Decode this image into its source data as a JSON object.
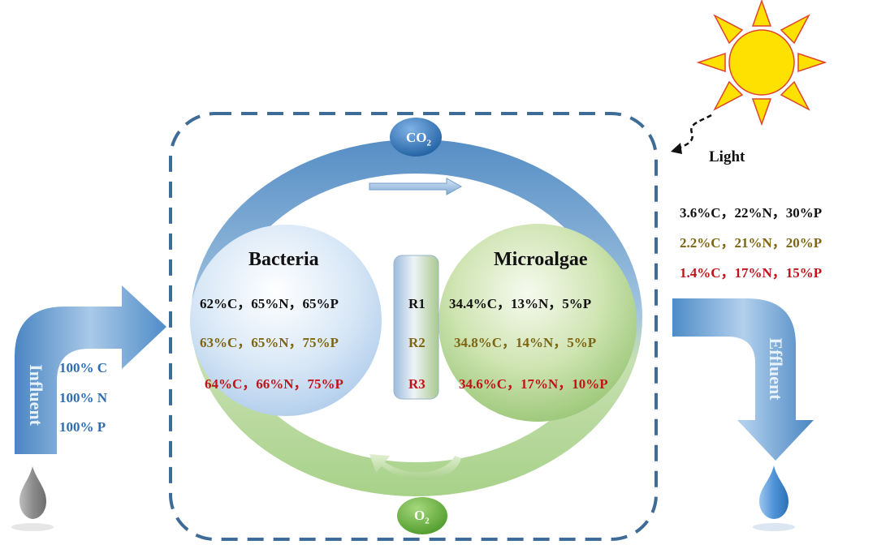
{
  "influent": {
    "label": "Influent",
    "rows": [
      "100% C",
      "100% N",
      "100% P"
    ]
  },
  "effluent": {
    "label": "Effluent",
    "rows": [
      "3.6%C，22%N，30%P",
      "2.2%C，21%N，20%P",
      "1.4%C，17%N，15%P"
    ]
  },
  "gases": {
    "co2": "CO",
    "co2_sub": "2",
    "o2": "O",
    "o2_sub": "2"
  },
  "light_label": "Light",
  "bacteria": {
    "title": "Bacteria",
    "rows": [
      "62%C，65%N，65%P",
      "63%C，65%N，75%P",
      "64%C，66%N，75%P"
    ]
  },
  "microalgae": {
    "title": "Microalgae",
    "rows": [
      "34.4%C，13%N，5%P",
      "34.8%C，14%N，5%P",
      "34.6%C，17%N，10%P"
    ]
  },
  "reactors": [
    "R1",
    "R2",
    "R3"
  ],
  "colors": {
    "r1": "#111111",
    "r2": "#7d6512",
    "r3": "#c0141a",
    "influent_text": "#2f6db3",
    "dashed_border": "#3f6c97",
    "sun": "#ffe100"
  }
}
